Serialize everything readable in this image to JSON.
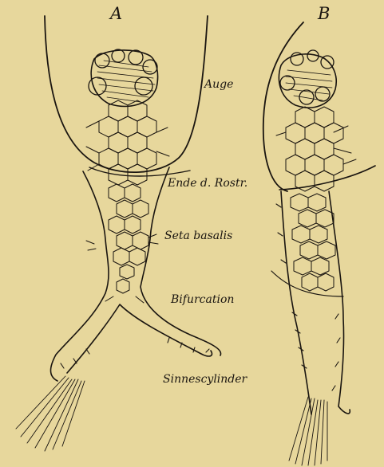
{
  "figure": {
    "panel_a_letter": "A",
    "panel_b_letter": "B",
    "labels": {
      "auge": "Auge",
      "ende_rostrum": "Ende d. Rostr.",
      "seta_basalis": "Seta basalis",
      "bifurcation": "Bifurcation",
      "sinnescylinder": "Sinnescylinder"
    }
  },
  "colors": {
    "paper": "#e7d79c",
    "ink": "#1a1510"
  }
}
